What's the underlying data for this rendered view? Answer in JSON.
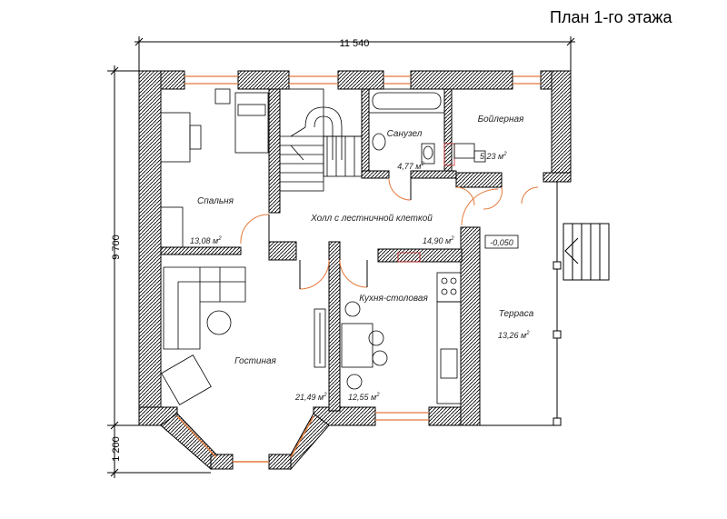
{
  "title": "План 1-го этажа",
  "dimensions": {
    "width": "11 540",
    "height": "9 700",
    "bay": "1 200"
  },
  "level_mark": "-0,050",
  "area_unit": "м",
  "area_exp": "2",
  "rooms": {
    "bedroom": {
      "name": "Спальня",
      "area": "13,08"
    },
    "bathroom": {
      "name": "Санузел",
      "area": "4,77"
    },
    "boiler": {
      "name": "Бойлерная",
      "area": "5,23"
    },
    "hall": {
      "name": "Холл с лестничной клеткой",
      "area": "14,90"
    },
    "kitchen": {
      "name": "Кухня-столовая",
      "area": "12,55"
    },
    "living": {
      "name": "Гостиная",
      "area": "21,49"
    },
    "terrace": {
      "name": "Терраса",
      "area": "13,26"
    }
  }
}
